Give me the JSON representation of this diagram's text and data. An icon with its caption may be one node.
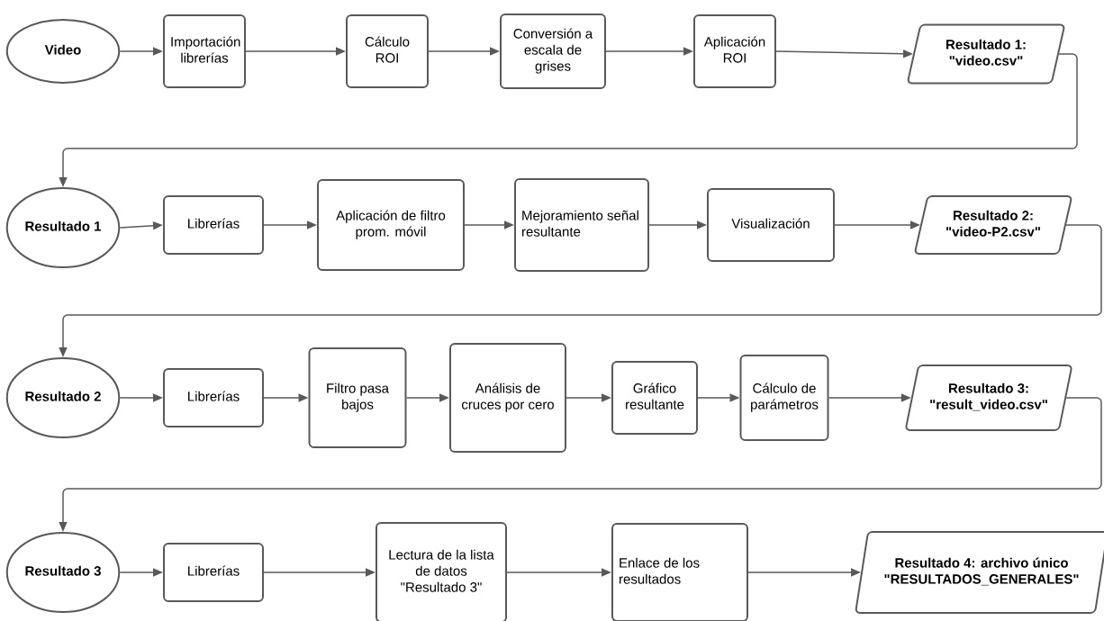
{
  "diagram": {
    "nodes": [
      {
        "text": [
          "Video"
        ]
      },
      {
        "text": [
          "Importación librerías"
        ]
      },
      {
        "text": [
          "Cálculo ROI"
        ]
      },
      {
        "text": [
          "Conversión a escala de grises"
        ]
      },
      {
        "text": [
          "Aplicación ROI"
        ]
      },
      {
        "text": [
          "Resultado 1: \"video.csv\""
        ]
      },
      {
        "text": [
          "Resultado 1"
        ]
      },
      {
        "text": [
          "Librerías"
        ]
      },
      {
        "text": [
          "Aplicación de filtro prom. móvil"
        ]
      },
      {
        "text": [
          "Mejoramiento señal resultante"
        ]
      },
      {
        "text": [
          "Visualización"
        ]
      },
      {
        "text": [
          "Resultado 2: \"video-P2.csv\""
        ]
      },
      {
        "text": [
          "Resultado 2"
        ]
      },
      {
        "text": [
          "Librerías"
        ]
      },
      {
        "text": [
          "Filtro pasa bajos"
        ]
      },
      {
        "text": [
          "Análisis de cruces por cero"
        ]
      },
      {
        "text": [
          "Gráfico resultante"
        ]
      },
      {
        "text": [
          "Cálculo de parámetros"
        ]
      },
      {
        "text": [
          "Resultado 3: \"result_video.csv\""
        ]
      },
      {
        "text": [
          "Resultado 3"
        ]
      },
      {
        "text": [
          "Librerías"
        ]
      },
      {
        "text": [
          "Lectura de la lista de datos \"Resultado 3\""
        ]
      },
      {
        "text": [
          "Enlace de los resultados"
        ]
      },
      {
        "text": [
          "Resultado 4: archivo único \"RESULTADOS_GENERALES\""
        ]
      }
    ],
    "edges": [
      {
        "from": 0,
        "to": 1,
        "arrow": "to"
      },
      {
        "from": 1,
        "to": 2,
        "arrow": "to"
      },
      {
        "from": 2,
        "to": 3,
        "arrow": "to"
      },
      {
        "from": 3,
        "to": 4,
        "arrow": "to"
      },
      {
        "from": 4,
        "to": 5,
        "arrow": "to"
      },
      {
        "from": 5,
        "to": 6,
        "arrow": "to"
      },
      {
        "from": 6,
        "to": 7,
        "arrow": "to"
      },
      {
        "from": 7,
        "to": 8,
        "arrow": "to"
      },
      {
        "from": 8,
        "to": 9,
        "arrow": "to"
      },
      {
        "from": 9,
        "to": 10,
        "arrow": "to"
      },
      {
        "from": 10,
        "to": 11,
        "arrow": "to"
      },
      {
        "from": 11,
        "to": 12,
        "arrow": "to"
      },
      {
        "from": 12,
        "to": 13,
        "arrow": "to"
      },
      {
        "from": 13,
        "to": 14,
        "arrow": "to"
      },
      {
        "from": 14,
        "to": 15,
        "arrow": "to"
      },
      {
        "from": 15,
        "to": 16,
        "arrow": "to"
      },
      {
        "from": 16,
        "to": 17,
        "arrow": "to"
      },
      {
        "from": 17,
        "to": 18,
        "arrow": "to"
      },
      {
        "from": 18,
        "to": 19,
        "arrow": "to"
      },
      {
        "from": 19,
        "to": 20,
        "arrow": "to"
      },
      {
        "from": 20,
        "to": 21,
        "arrow": "to"
      },
      {
        "from": 21,
        "to": 22,
        "arrow": "to"
      },
      {
        "from": 22,
        "to": 23,
        "arrow": "to"
      }
    ]
  }
}
